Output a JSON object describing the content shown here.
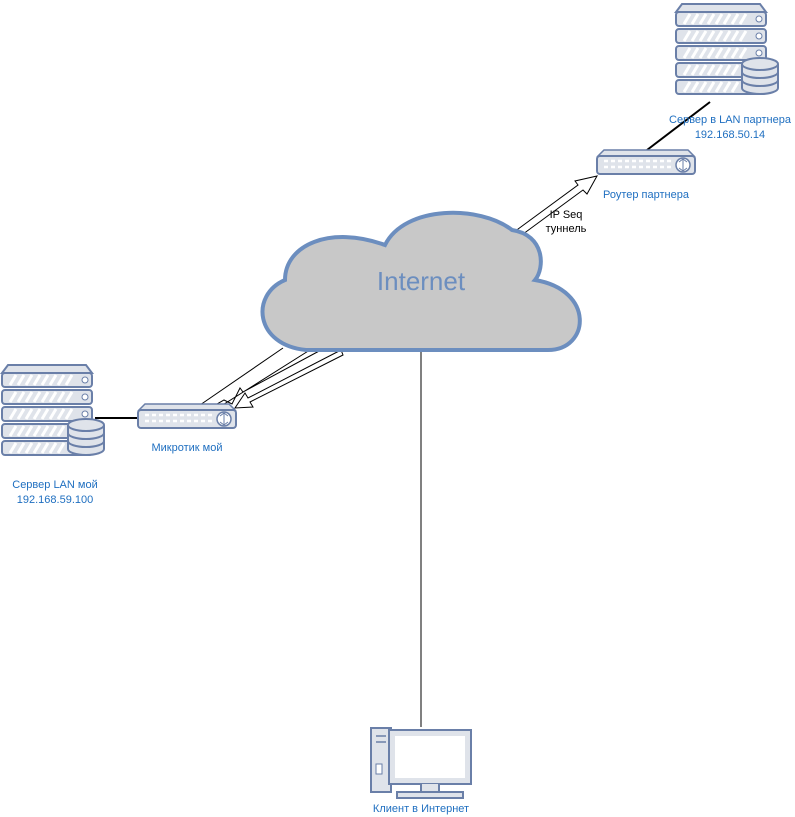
{
  "colors": {
    "label": "#1f6fc0",
    "device_fill": "#dfe3ea",
    "device_stroke": "#6a7fa8",
    "cloud_fill": "#c8c8c8",
    "cloud_stroke": "#6c8ebf",
    "cloud_text": "#6c8ebf",
    "line": "#000000"
  },
  "cloud": {
    "label": "Internet"
  },
  "devices": {
    "server_partner": {
      "icon": "database-server-icon",
      "line1": "Сервер в LAN партнера",
      "line2": "192.168.50.14"
    },
    "router_partner": {
      "icon": "router-icon",
      "label": "Роутер партнера"
    },
    "server_mine": {
      "icon": "database-server-icon",
      "line1": "Сервер LAN мой",
      "line2": "192.168.59.100"
    },
    "mikrotik": {
      "icon": "router-icon",
      "label": "Микротик мой"
    },
    "client": {
      "icon": "desktop-computer-icon",
      "label": "Клиент в Интернет"
    }
  },
  "tunnel": {
    "line1": "IP Seq",
    "line2": "туннель"
  }
}
